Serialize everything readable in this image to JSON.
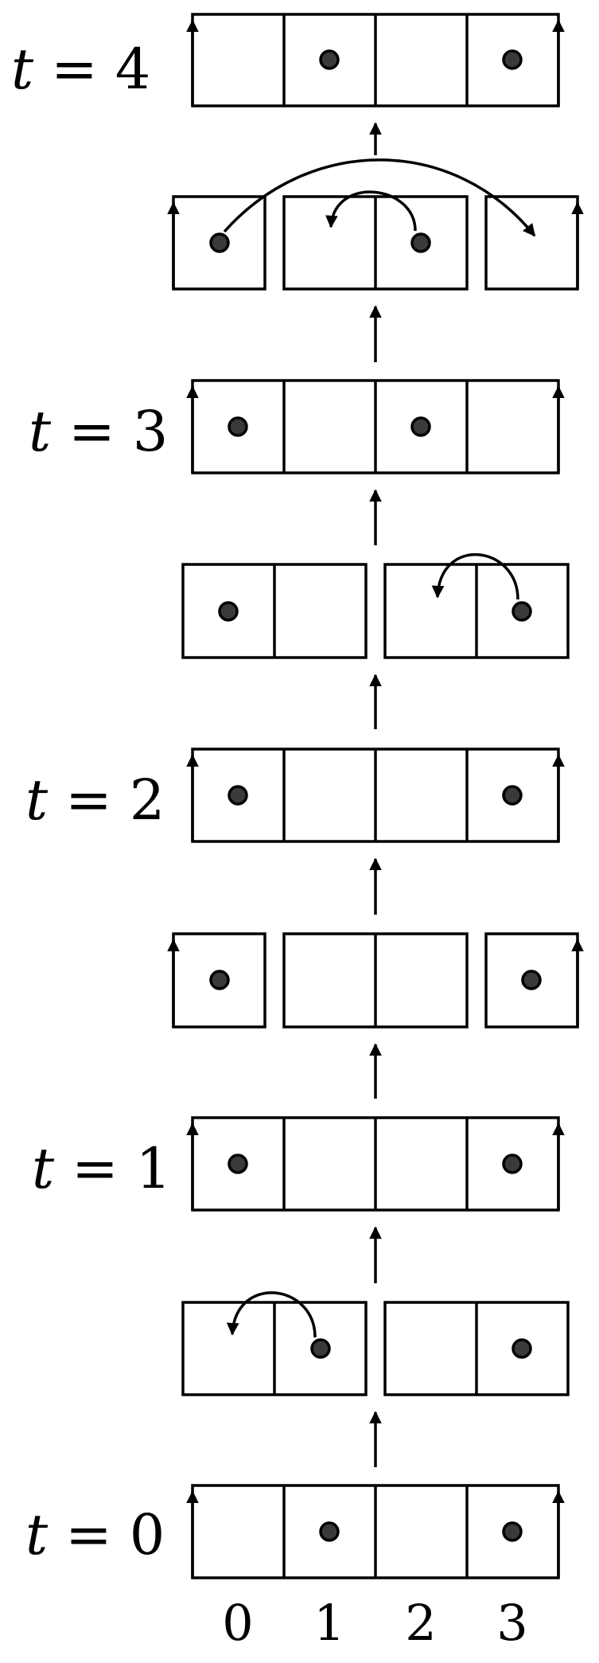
{
  "time_labels": [
    {
      "var": "t",
      "eq": "=",
      "val": "4"
    },
    {
      "var": "t",
      "eq": "=",
      "val": "3"
    },
    {
      "var": "t",
      "eq": "=",
      "val": "2"
    },
    {
      "var": "t",
      "eq": "=",
      "val": "1"
    },
    {
      "var": "t",
      "eq": "=",
      "val": "0"
    }
  ],
  "column_labels": [
    "0",
    "1",
    "2",
    "3"
  ],
  "colors": {
    "stroke": "#000000",
    "particle": "#3a3a3a",
    "background": "#ffffff"
  }
}
